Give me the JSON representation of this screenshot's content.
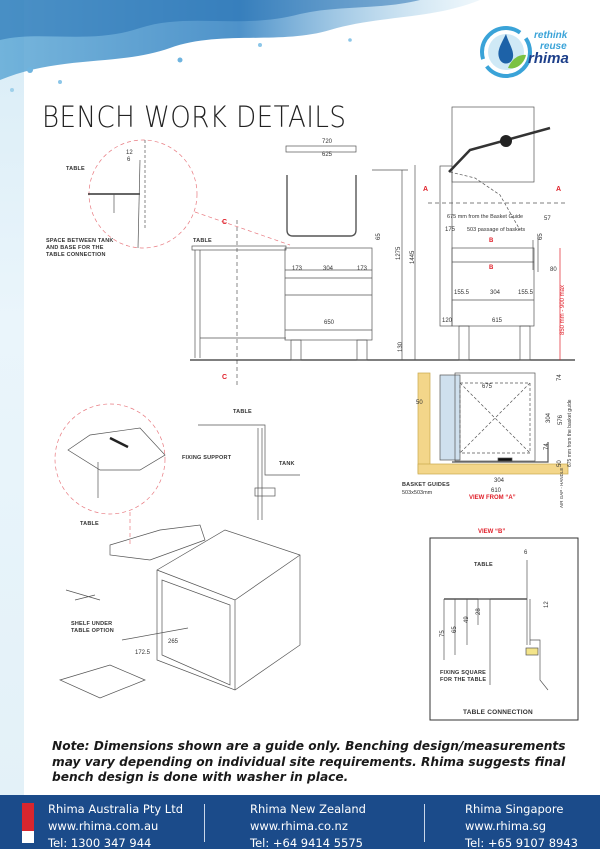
{
  "page": {
    "title": "BENCH WORK DETAILS"
  },
  "brand": {
    "tagline_1": "rethink",
    "tagline_2": "reuse",
    "name": "rhima",
    "accent": "#1b4b8a",
    "highlight": "#e0202a"
  },
  "detail_top": {
    "table": "TABLE",
    "dim_12": "12",
    "dim_6": "6",
    "space_1": "SPACE BETWEEN TANK",
    "space_2": "AND BASE FOR THE",
    "space_3": "TABLE CONNECTION",
    "section_c_top": "C",
    "section_c_bottom": "C",
    "table2": "TABLE"
  },
  "front_view": {
    "w720": "720",
    "w625": "625",
    "d65": "65",
    "a173": "173",
    "a304": "304",
    "b173": "173",
    "h1275": "1275",
    "h1445": "1445",
    "w650": "650",
    "h130": "130"
  },
  "side_view": {
    "a_left": "A",
    "a_right": "A",
    "basket_guide": "675 mm from the Basket Guide",
    "d57": "57",
    "d175": "175",
    "passage": "503 passage of baskets",
    "d65": "65",
    "b_top": "B",
    "b_bottom": "B",
    "d80": "80",
    "s155a": "155.5",
    "s304": "304",
    "s155b": "155.5",
    "d120": "120",
    "d615": "615",
    "height_range": "850 mm - 900 max"
  },
  "view_a": {
    "d675": "675",
    "d50": "50",
    "d304v": "304",
    "d576": "576",
    "guide_note": "675 mm from the basket guide",
    "d74a": "74",
    "d74b": "74",
    "d50b": "50",
    "d304": "304",
    "d610": "610",
    "guides": "BASKET GUIDES",
    "guides_size": "503x503mm",
    "caption": "VIEW FROM “A”",
    "air_gap": "AIR GAP - HANDLE"
  },
  "assembly": {
    "table_top": "TABLE",
    "fixing_support": "FIXING SUPPORT",
    "tank": "TANK",
    "table": "TABLE",
    "shelf_1": "SHELF UNDER",
    "shelf_2": "TABLE OPTION",
    "d265": "265",
    "d172": "172.5"
  },
  "view_b": {
    "caption": "VIEW “B”",
    "d6": "6",
    "table": "TABLE",
    "d12": "12",
    "d28": "28",
    "d49": "49",
    "d65": "65",
    "d75": "75",
    "fix_1": "FIXING SQUARE",
    "fix_2": "FOR THE TABLE",
    "title": "TABLE CONNECTION"
  },
  "note": "Note:  Dimensions shown are a guide only. Benching design/measurements may vary depending on individual site requirements. Rhima suggests final bench design is done with washer in place.",
  "footer": {
    "offices": [
      {
        "name": "Rhima Australia Pty Ltd",
        "web": "www.rhima.com.au",
        "tel": "Tel: 1300 347 944"
      },
      {
        "name": "Rhima New Zealand",
        "web": "www.rhima.co.nz",
        "tel": "Tel: +64 9414 5575"
      },
      {
        "name": "Rhima Singapore",
        "web": "www.rhima.sg",
        "tel": "Tel: +65 9107 8943"
      }
    ]
  }
}
